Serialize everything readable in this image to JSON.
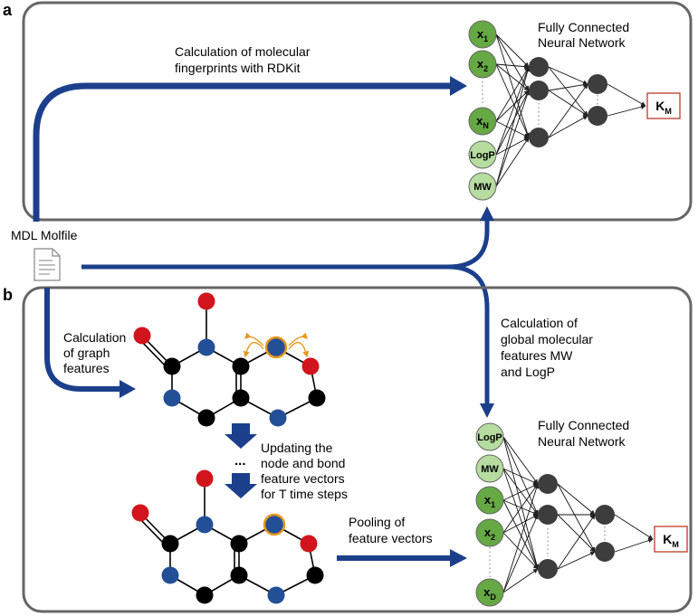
{
  "panel_a": {
    "letter": "a",
    "calc_label_line1": "Calculation of molecular",
    "calc_label_line2": "fingerprints with RDKit",
    "net_title_line1": "Fully Connected",
    "net_title_line2": "Neural Network",
    "inputs": [
      {
        "main": "x",
        "sub": "1"
      },
      {
        "main": "x",
        "sub": "2"
      },
      {
        "main": "x",
        "sub": "N"
      },
      {
        "main": "LogP",
        "sub": ""
      },
      {
        "main": "MW",
        "sub": ""
      }
    ],
    "output": {
      "main": "K",
      "sub": "M"
    }
  },
  "molfile": {
    "label": "MDL Molfile"
  },
  "panel_b": {
    "letter": "b",
    "graph_features_line1": "Calculation",
    "graph_features_line2": "of graph",
    "graph_features_line3": "features",
    "global_line1": "Calculation of",
    "global_line2": "global molecular",
    "global_line3": "features MW",
    "global_line4": "and LogP",
    "update_ellipsis": "...",
    "update_line1": "Updating the",
    "update_line2": "node and bond",
    "update_line3": "feature vectors",
    "update_line4": "for T time steps",
    "pool_line1": "Pooling of",
    "pool_line2": "feature vectors",
    "net_title_line1": "Fully Connected",
    "net_title_line2": "Neural Network",
    "inputs": [
      {
        "main": "LogP",
        "sub": ""
      },
      {
        "main": "MW",
        "sub": ""
      },
      {
        "main": "x",
        "sub": "1"
      },
      {
        "main": "x",
        "sub": "2"
      },
      {
        "main": "x",
        "sub": "D"
      }
    ],
    "output": {
      "main": "K",
      "sub": "M"
    }
  },
  "colors": {
    "arrow": "#1b3f8b",
    "input_dark": "#66a844",
    "input_light": "#b6dca0",
    "hidden": "#3d3d3d",
    "atom_red": "#d2141c",
    "atom_blue": "#234f97",
    "atom_black": "#000000",
    "highlight": "#e8971e",
    "output_border": "#c0392b",
    "panel_border": "#666666"
  }
}
